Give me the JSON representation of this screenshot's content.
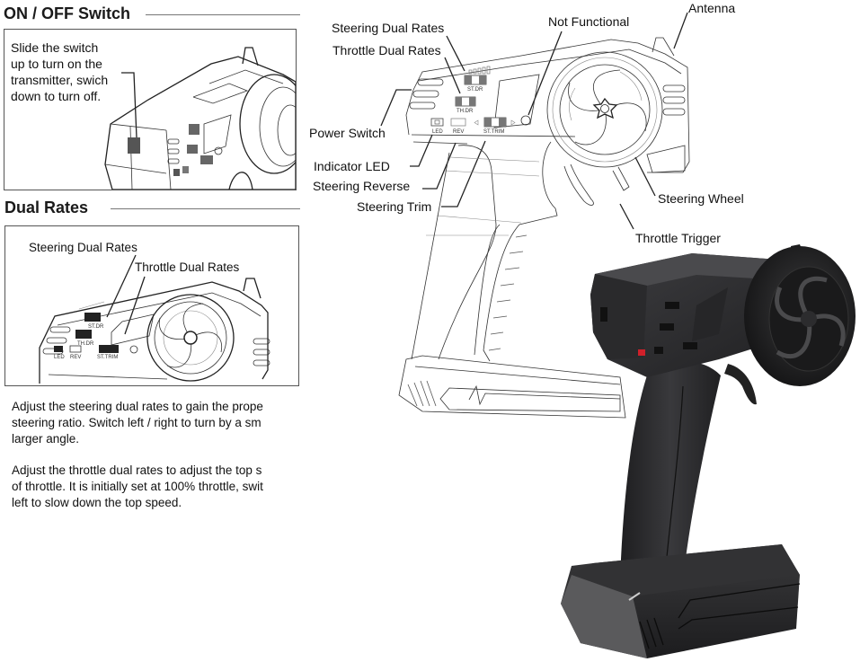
{
  "onoff_section": {
    "title": "ON / OFF Switch",
    "instruction_lines": [
      "Slide the switch",
      "up to turn on the",
      "transmitter, swich",
      "down to turn off."
    ]
  },
  "dualrates_section": {
    "title": "Dual Rates",
    "callouts": {
      "steering": "Steering Dual Rates",
      "throttle": "Throttle Dual Rates"
    },
    "panel_labels": {
      "st_dr": "ST.DR",
      "th_dr": "TH.DR",
      "led": "LED",
      "rev": "REV",
      "st_trim": "ST.TRIM"
    },
    "paragraph1": [
      "Adjust the steering dual rates to gain the prope",
      "steering ratio. Switch left / right to turn by a sm",
      "larger angle."
    ],
    "paragraph2": [
      "Adjust the throttle dual rates to adjust the top s",
      "of throttle. It is initially set at 100% throttle, swit",
      "left to slow down the top speed."
    ]
  },
  "diagram": {
    "callouts": {
      "steering_dual_rates": "Steering Dual Rates",
      "throttle_dual_rates": "Throttle Dual Rates",
      "not_functional": "Not Functional",
      "antenna": "Antenna",
      "power_switch": "Power Switch",
      "indicator_led": "Indicator LED",
      "steering_reverse": "Steering Reverse",
      "steering_trim": "Steering Trim",
      "steering_wheel": "Steering Wheel",
      "throttle_trigger": "Throttle Trigger"
    },
    "panel_labels": {
      "st_dr": "ST.DR",
      "th_dr": "TH.DR",
      "led": "LED",
      "rev": "REV",
      "st_trim": "ST.TRIM"
    }
  },
  "colors": {
    "led_red": "#d0202a",
    "body_dark": "#2b2b2d",
    "line": "#222222"
  }
}
